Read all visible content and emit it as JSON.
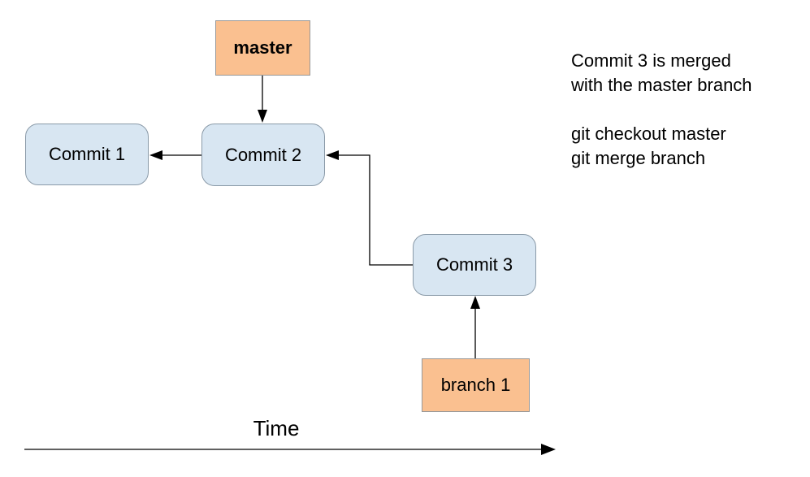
{
  "nodes": {
    "master": {
      "label": "master"
    },
    "commit1": {
      "label": "Commit 1"
    },
    "commit2": {
      "label": "Commit 2"
    },
    "commit3": {
      "label": "Commit 3"
    },
    "branch1": {
      "label": "branch 1"
    }
  },
  "annotation": {
    "merge_note": [
      "Commit 3 is merged",
      "with the master branch"
    ],
    "commands": [
      "git checkout master",
      "git merge branch"
    ]
  },
  "time_axis": {
    "label": "Time"
  },
  "colors": {
    "node_branch_fill": "#fac090",
    "node_branch_border": "#989898",
    "node_commit_fill": "#d8e6f2",
    "node_commit_border": "#8a9aa8",
    "line_color": "#000000",
    "text_color": "#000000",
    "background": "#ffffff"
  }
}
